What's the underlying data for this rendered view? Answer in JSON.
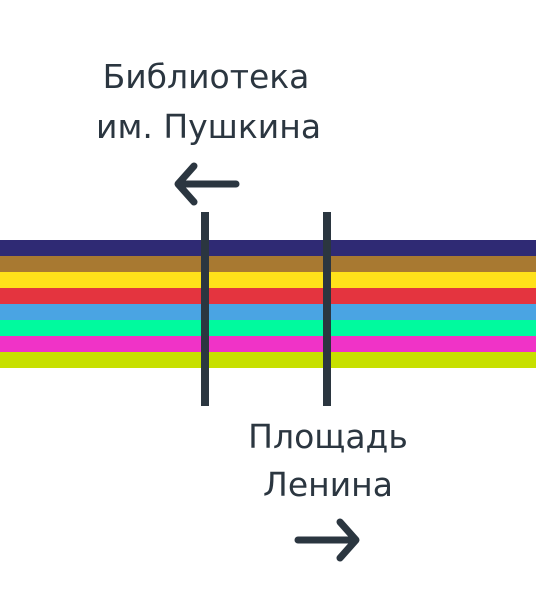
{
  "destinations": {
    "left": {
      "line1": "Библиотека",
      "line2": "им. Пушкина",
      "arrow_icon": "arrow-left-icon"
    },
    "right": {
      "line1": "Площадь",
      "line2": "Ленина",
      "arrow_icon": "arrow-right-icon"
    }
  },
  "stripe_colors": [
    "#2f2a74",
    "#a87931",
    "#ffe11a",
    "#e4343f",
    "#4aa4e3",
    "#00fa9e",
    "#f033c7",
    "#c7e000"
  ],
  "colors": {
    "text": "#2b3640",
    "background": "#ffffff"
  }
}
